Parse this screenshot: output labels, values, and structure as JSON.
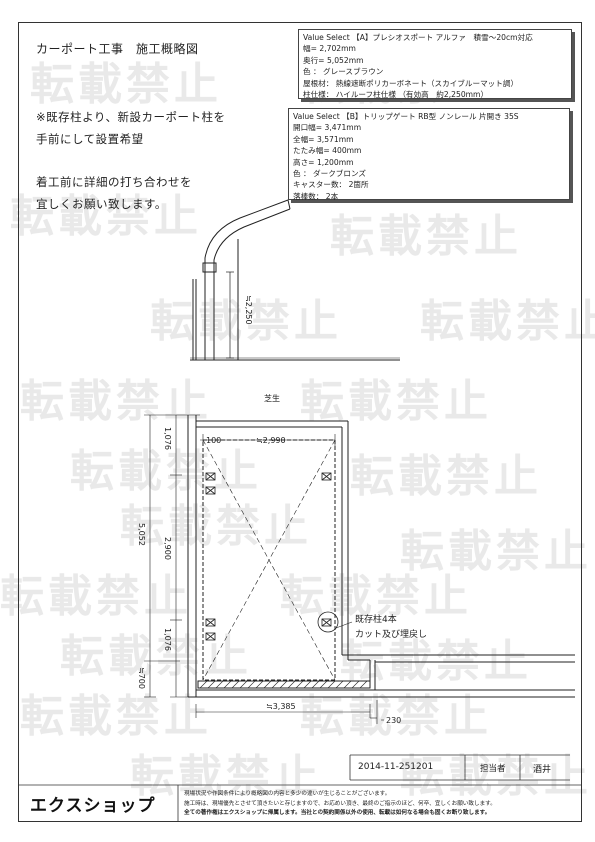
{
  "title": "カーポート工事　施工概略図",
  "notes": {
    "line1": "※既存柱より、新設カーポート柱を",
    "line2": "手前にして設置希望",
    "line3": "着工前に詳細の打ち合わせを",
    "line4": "宜しくお願い致します。"
  },
  "spec_a": {
    "title": "Value Select 【A】プレシオスポート アルファ　積雪～20cm対応",
    "lines": [
      "幅= 2,702mm",
      "奥行= 5,052mm",
      "色 ： グレースブラウン",
      "屋根材： 熱線遮断ポリカーボネート（スカイブルーマット調）",
      "柱仕様： ハイルーフ柱仕様 （有効高　約2,250mm）"
    ]
  },
  "spec_b": {
    "title": "Value Select 【B】トリップゲート RB型 ノンレール 片開き 35S",
    "lines": [
      "開口幅= 3,471mm",
      "全幅= 3,571mm",
      "たたみ幅= 400mm",
      "高さ= 1,200mm",
      "色 ： ダークブロンズ",
      "キャスター数： 2箇所",
      "落棒数： 2本"
    ]
  },
  "drawing": {
    "height_label": "≒2,250",
    "lawn_label": "芝生",
    "dim_100": "100",
    "dim_2990": "≒2,990",
    "dim_1076_top": "1,076",
    "dim_2900": "2,900",
    "dim_1076_bottom": "1,076",
    "dim_5052": "5,052",
    "dim_700": "≒700",
    "dim_3385": "≒3,385",
    "dim_230": "230",
    "existing_post_1": "既存柱4本",
    "existing_post_2": "カット及び埋戻し"
  },
  "watermark": "転載禁止",
  "footer": {
    "code": "2014-11-251201",
    "person_label": "担当者",
    "person": "酒井",
    "logo": "エクスショップ",
    "note1": "現場状況や作図条件により概略図の内容と多少の違いが生じることがございます。",
    "note2": "施工時は、現場優先とさせて頂きたいと存じますので、お応めい頂き、最終のご指示のほど、何卒、宜しくお願い致します。",
    "note3": "全ての著作権はエクスショップに帰属します。当社との契約関係以外の使用、転載は如何なる場合も固くお断り致します。"
  }
}
